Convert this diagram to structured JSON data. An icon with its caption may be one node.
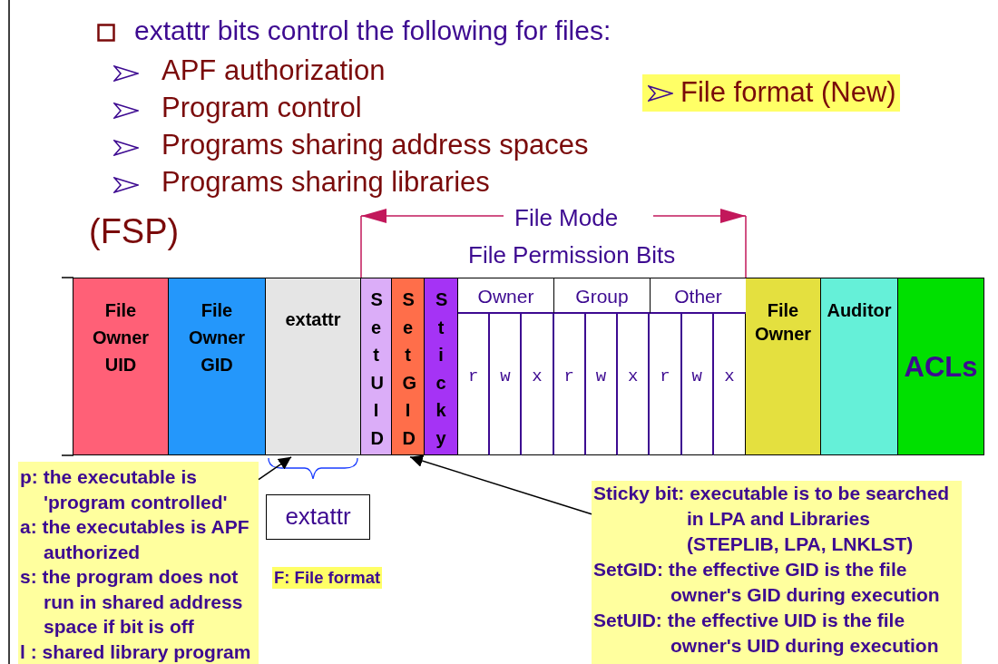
{
  "diagram": {
    "nodes": [
      {
        "text": [
          "File Owner UID"
        ]
      },
      {
        "text": [
          "File Owner GID"
        ]
      },
      {
        "text": [
          "extattr"
        ]
      },
      {
        "text": [
          "SetUID"
        ]
      },
      {
        "text": [
          "SetGID"
        ]
      },
      {
        "text": [
          "Sticky"
        ]
      },
      {
        "text": [
          "Owner"
        ]
      },
      {
        "text": [
          "Group"
        ]
      },
      {
        "text": [
          "Other"
        ]
      },
      {
        "text": [
          "r"
        ]
      },
      {
        "text": [
          "w"
        ]
      },
      {
        "text": [
          "x"
        ]
      },
      {
        "text": [
          "r"
        ]
      },
      {
        "text": [
          "w"
        ]
      },
      {
        "text": [
          "x"
        ]
      },
      {
        "text": [
          "r"
        ]
      },
      {
        "text": [
          "w"
        ]
      },
      {
        "text": [
          "x"
        ]
      },
      {
        "text": [
          "File Owner"
        ]
      },
      {
        "text": [
          "Auditor"
        ]
      },
      {
        "text": [
          "ACLs"
        ]
      },
      {
        "text": [
          "p: the executable is 'program controlled'",
          "a: the executables is APF authorized",
          "s: the program does not run in shared address space if bit is off",
          "l : shared library program"
        ]
      },
      {
        "text": [
          "extattr"
        ]
      },
      {
        "text": [
          "Sticky bit: executable is to be searched in LPA and Libraries (STEPLIB, LPA, LNKLST)",
          "SetGID: the effective GID is the file owner's GID during execution",
          "SetUID: the effective UID is the file owner's UID during execution"
        ]
      }
    ],
    "edges": [
      {
        "from": 21,
        "to": 2,
        "arrow": "to"
      },
      {
        "from": 23,
        "to": 4,
        "arrow": "to"
      }
    ],
    "labels": [
      "extattr bits control the following for files:",
      "APF authorization",
      "Program control",
      "Programs sharing address spaces",
      "Programs sharing libraries",
      "File format (New)",
      "(FSP)",
      "File Mode",
      "File Permission Bits",
      "F: File format"
    ]
  }
}
